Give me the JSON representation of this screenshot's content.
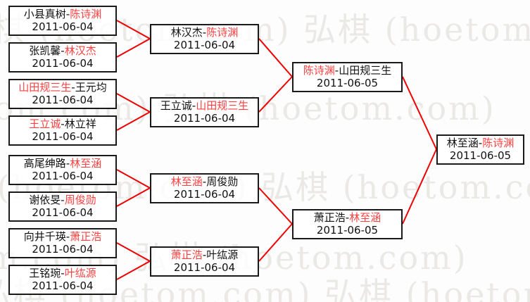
{
  "bracket": {
    "separator": "-",
    "accent_color": "#ff4040",
    "line_color": "#ee0000",
    "border_color": "#1a1a1a",
    "watermark_text": "弘棋 (hoetom.com) 弘棋 (hoetom.com)",
    "rounds": [
      {
        "name": "round-1",
        "matches": [
          {
            "left": "小县真树",
            "right": "陈诗渊",
            "winner": "right",
            "date": "2011-06-04"
          },
          {
            "left": "张凯馨",
            "right": "林汉杰",
            "winner": "right",
            "date": "2011-06-04"
          },
          {
            "left": "山田规三生",
            "right": "王元均",
            "winner": "left",
            "date": "2011-06-04"
          },
          {
            "left": "王立诚",
            "right": "林立祥",
            "winner": "left",
            "date": "2011-06-04"
          },
          {
            "left": "高尾绅路",
            "right": "林至涵",
            "winner": "right",
            "date": "2011-06-04"
          },
          {
            "left": "谢依旻",
            "right": "周俊勋",
            "winner": "right",
            "date": "2011-06-04"
          },
          {
            "left": "向井千瑛",
            "right": "萧正浩",
            "winner": "right",
            "date": "2011-06-04"
          },
          {
            "left": "王铭琬",
            "right": "叶纮源",
            "winner": "right",
            "date": "2011-06-04"
          }
        ]
      },
      {
        "name": "round-2",
        "matches": [
          {
            "left": "林汉杰",
            "right": "陈诗渊",
            "winner": "right",
            "date": "2011-06-04"
          },
          {
            "left": "王立诚",
            "right": "山田规三生",
            "winner": "right",
            "date": "2011-06-04"
          },
          {
            "left": "林至涵",
            "right": "周俊勋",
            "winner": "left",
            "date": "2011-06-04"
          },
          {
            "left": "萧正浩",
            "right": "叶纮源",
            "winner": "left",
            "date": "2011-06-04"
          }
        ]
      },
      {
        "name": "semifinal",
        "matches": [
          {
            "left": "陈诗渊",
            "right": "山田规三生",
            "winner": "left",
            "date": "2011-06-05"
          },
          {
            "left": "萧正浩",
            "right": "林至涵",
            "winner": "right",
            "date": "2011-06-05"
          }
        ]
      },
      {
        "name": "final",
        "matches": [
          {
            "left": "林至涵",
            "right": "陈诗渊",
            "winner": "right",
            "date": "2011-06-05"
          }
        ]
      }
    ]
  }
}
